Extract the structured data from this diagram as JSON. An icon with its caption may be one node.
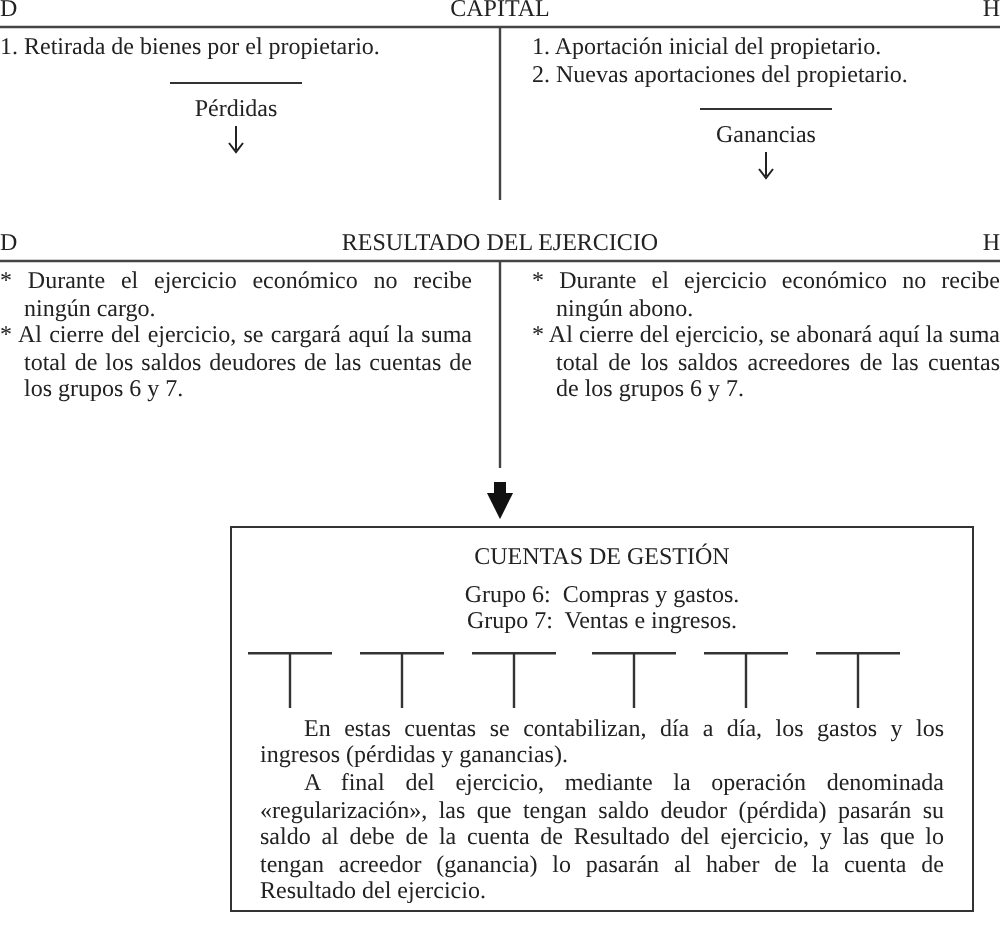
{
  "diagram": {
    "nodes": [
      {
        "text": [
          "D",
          "CAPITAL",
          "H",
          "1. Retirada de bienes por el propietario.",
          "Pérdidas",
          "1. Aportación inicial del propietario.",
          "2. Nuevas aportaciones del propietario.",
          "Ganancias"
        ]
      },
      {
        "text": [
          "D",
          "RESULTADO DEL EJERCICIO",
          "H",
          "* Durante el ejercicio económico no recibe ningún cargo.",
          "* Al cierre del ejercicio, se cargará aquí la suma total de los saldos deudores de las cuentas de los grupos 6 y 7.",
          "* Durante el ejercicio económico no recibe ningún abono.",
          "* Al cierre del ejercicio, se abonará aquí la suma total de los saldos acreedores de las cuentas de los grupos 6 y 7."
        ]
      },
      {
        "text": [
          "CUENTAS DE GESTIÓN",
          "Grupo 6:  Compras y gastos.",
          "Grupo 7:  Ventas e ingresos.",
          "En estas cuentas se contabilizan, día a día, los gastos y los ingresos (pérdidas y ganancias).",
          "A final del ejercicio, mediante la operación denominada «regularización», las que tengan saldo deudor (pérdida) pasarán su saldo al debe de la cuenta de Resultado del ejercicio, y las que lo tengan acreedor (ganancia) lo pasarán al haber de la cuenta de Resultado del ejercicio."
        ]
      },
      {
        "text": [],
        "shape": "tee",
        "in": 2
      },
      {
        "text": [],
        "shape": "tee",
        "in": 2
      },
      {
        "text": [],
        "shape": "tee",
        "in": 2
      },
      {
        "text": [],
        "shape": "tee",
        "in": 2
      },
      {
        "text": [],
        "shape": "tee",
        "in": 2
      },
      {
        "text": [],
        "shape": "tee",
        "in": 2
      }
    ],
    "edges": [
      {
        "from": 1,
        "to": 2,
        "arrow": "to"
      }
    ]
  }
}
